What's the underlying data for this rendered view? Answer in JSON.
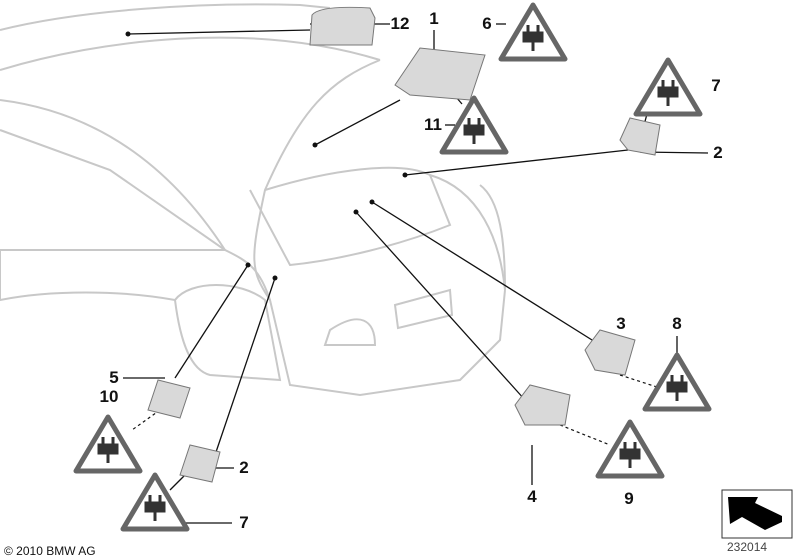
{
  "callouts": [
    {
      "id": "12",
      "label": "12"
    },
    {
      "id": "1",
      "label": "1"
    },
    {
      "id": "6",
      "label": "6"
    },
    {
      "id": "7a",
      "label": "7"
    },
    {
      "id": "2a",
      "label": "2"
    },
    {
      "id": "11",
      "label": "11"
    },
    {
      "id": "3",
      "label": "3"
    },
    {
      "id": "8",
      "label": "8"
    },
    {
      "id": "4",
      "label": "4"
    },
    {
      "id": "9",
      "label": "9"
    },
    {
      "id": "5",
      "label": "5"
    },
    {
      "id": "10",
      "label": "10"
    },
    {
      "id": "2b",
      "label": "2"
    },
    {
      "id": "7b",
      "label": "7"
    }
  ],
  "copyright": "© 2010 BMW AG",
  "diagram_number": "232014",
  "colors": {
    "outline": "#c8c8c8",
    "warning_border": "#666666",
    "text": "#111111"
  }
}
